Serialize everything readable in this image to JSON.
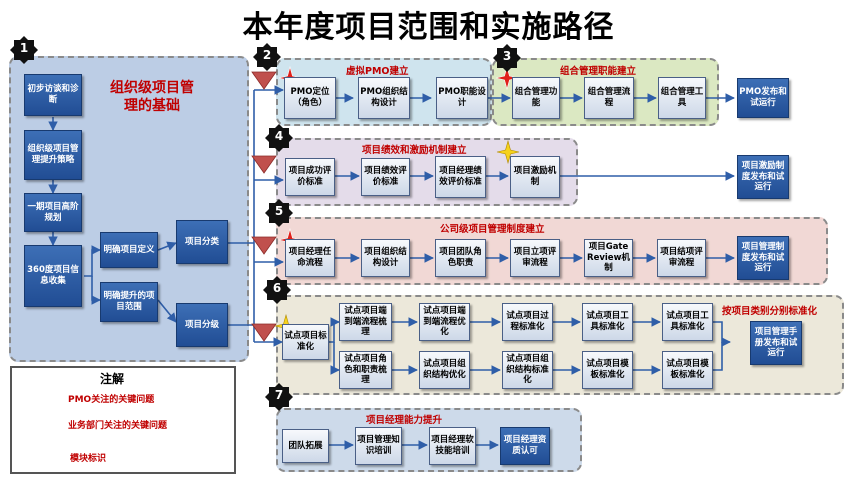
{
  "title": "本年度项目范围和实施路径",
  "colors": {
    "panel_foundation": "#bccde5",
    "panel_pmo": "#cfe4ee",
    "panel_mgmt": "#dbe8c2",
    "panel_perf": "#e4dcea",
    "panel_system": "#f1d8d5",
    "panel_pilot": "#ece8da",
    "panel_ability": "#cddaea",
    "accent_red": "#c00000",
    "arrow_blue": "#2f5ea8",
    "triangle_red": "#c0504d"
  },
  "foundation": {
    "title": "组织级项目管理的基础",
    "steps": [
      "初步访谈和诊断",
      "组织级项目管理提升策略",
      "一期项目高阶规划",
      "360度项目信息收集"
    ],
    "define": "明确项目定义",
    "scope": "明确提升的项目范围",
    "classify": "项目分类",
    "grade": "项目分级"
  },
  "row1": {
    "pmo_title": "虚拟PMO建立",
    "pmo_boxes": [
      "PMO定位（角色）",
      "PMO组织结构设计",
      "PMO职能设计"
    ],
    "mgmt_title": "组合管理职能建立",
    "mgmt_boxes": [
      "组合管理功能",
      "组合管理流程",
      "组合管理工具"
    ],
    "output": "PMO发布和试运行"
  },
  "row2": {
    "title": "项目绩效和激励机制建立",
    "boxes": [
      "项目成功评价标准",
      "项目绩效评价标准",
      "项目经理绩效评价标准",
      "项目激励机制"
    ],
    "output": "项目激励制度发布和试运行"
  },
  "row3": {
    "title": "公司级项目管理制度建立",
    "boxes": [
      "项目经理任命流程",
      "项目组织结构设计",
      "项目团队角色职责",
      "项目立项评审流程",
      "项目Gate Review机制",
      "项目结项评审流程"
    ],
    "output": "项目管理制度发布和试运行"
  },
  "row4": {
    "title": "按项目类别分别标准化",
    "start": "试点项目标准化",
    "top_boxes": [
      "试点项目端到端流程梳理",
      "试点项目端到端流程优化",
      "试点项目过程标准化",
      "试点项目工具标准化",
      "试点项目工具标准化"
    ],
    "bottom_boxes": [
      "试点项目角色和职责梳理",
      "试点项目组织结构优化",
      "试点项目组织结构标准化",
      "试点项目模板标准化",
      "试点项目模板标准化"
    ],
    "output": "项目管理手册发布和试运行"
  },
  "row5": {
    "title": "项目经理能力提升",
    "boxes": [
      "团队拓展",
      "项目管理知识培训",
      "项目经理软技能培训",
      "项目经理资质认可"
    ]
  },
  "badges": [
    "1",
    "2",
    "3",
    "4",
    "5",
    "6",
    "7"
  ],
  "legend": {
    "title": "注解",
    "pmo_issue": "PMO关注的关键问题",
    "dept_issue": "业务部门关注的关键问题",
    "module": "模块标识",
    "icons": {
      "pmo": "red-star-icon",
      "dept": "yellow-star-icon",
      "module": "black-seal-icon"
    }
  }
}
